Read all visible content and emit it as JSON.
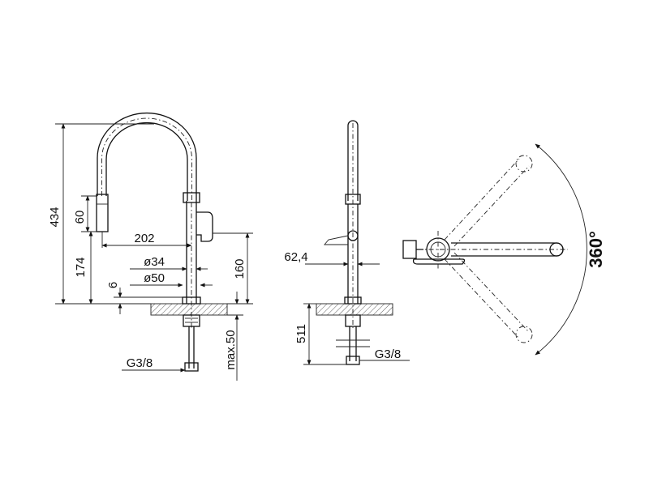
{
  "front_view": {
    "dim_overall_height": "434",
    "dim_head_length": "60",
    "dim_reach": "202",
    "dim_lower_height": "174",
    "dim_dia_small": "ø34",
    "dim_dia_large": "ø50",
    "dim_base_offset": "6",
    "dim_lever_height": "160",
    "dim_thread": "G3/8",
    "dim_max_counter": "max.50"
  },
  "side_view": {
    "dim_lever_offset": "62,4",
    "dim_hose_length": "511",
    "dim_thread": "G3/8"
  },
  "top_view": {
    "dim_rotation": "360°"
  }
}
